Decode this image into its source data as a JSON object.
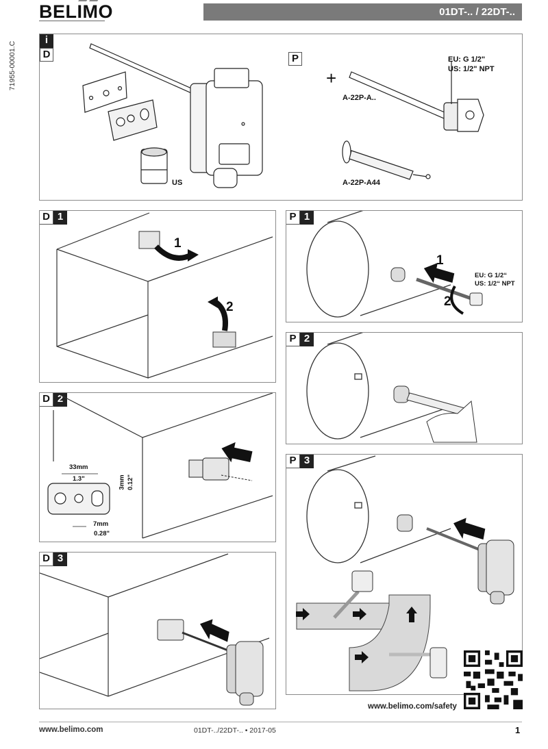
{
  "header": {
    "brand": "BELIMO",
    "product_title": "01DT-.. / 22DT-..",
    "document_id": "71955-00001.C"
  },
  "colors": {
    "title_bar": "#7a7a7a",
    "tag_dark": "#222222",
    "panel_border": "#8a8a8a",
    "duct_fill": "#d9d9d9"
  },
  "info_panel": {
    "info_tag": "i",
    "duct_tag": "D",
    "pipe_tag": "P",
    "plus_sign": "+",
    "us_label": "US",
    "thread_eu": "EU: G 1/2\"",
    "thread_us": "US: 1/2\" NPT",
    "accessory_1": "A-22P-A..",
    "accessory_2": "A-22P-A44"
  },
  "panels": {
    "d1": {
      "letter": "D",
      "number": "1",
      "steps": [
        "1",
        "2"
      ]
    },
    "d2": {
      "letter": "D",
      "number": "2",
      "dims": {
        "width_mm": "33mm",
        "width_in": "1.3\"",
        "height_mm": "3mm",
        "height_in": "0.12\"",
        "hole_mm": "7mm",
        "hole_in": "0.28\""
      }
    },
    "d3": {
      "letter": "D",
      "number": "3"
    },
    "p1": {
      "letter": "P",
      "number": "1",
      "steps": [
        "1",
        "2"
      ],
      "thread_eu": "EU: G 1/2“",
      "thread_us": "US: 1/2“ NPT"
    },
    "p2": {
      "letter": "P",
      "number": "2"
    },
    "p3": {
      "letter": "P",
      "number": "3"
    }
  },
  "safety": {
    "url": "www.belimo.com/safety",
    "qr_icon": "qr-code-icon"
  },
  "footer": {
    "website": "www.belimo.com",
    "doc_ref": "01DT-../22DT-.. • 2017-05",
    "page_number": "1"
  }
}
